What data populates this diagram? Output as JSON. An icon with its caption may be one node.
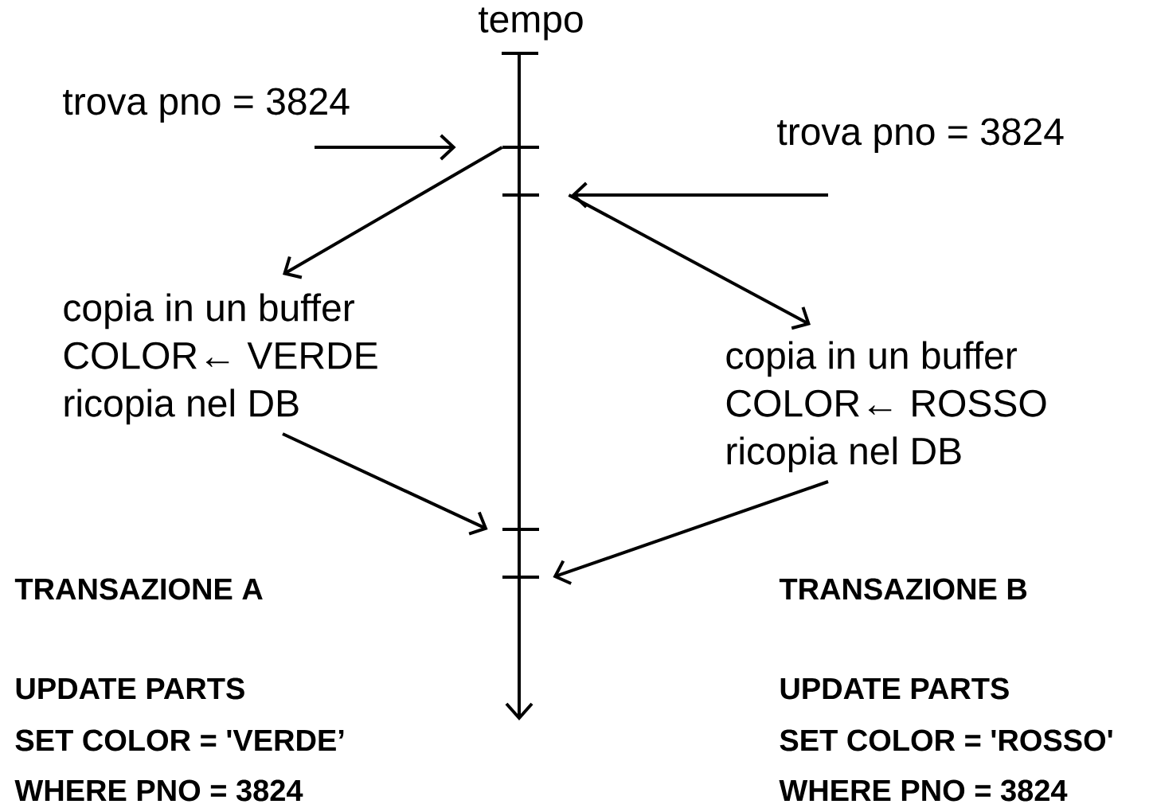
{
  "diagram": {
    "nodes": [
      {
        "text": [
          "trova pno = 3824"
        ]
      },
      {
        "text": [],
        "shape": "bar"
      },
      {
        "text": [],
        "shape": "bar"
      },
      {
        "text": [
          "copia in un buffer",
          "COLOR← VERDE",
          "ricopia nel DB"
        ]
      },
      {
        "text": [
          "trova pno = 3824"
        ]
      },
      {
        "text": [
          "copia in un buffer",
          "COLOR← ROSSO",
          "ricopia nel DB"
        ]
      },
      {
        "text": [],
        "shape": "bar"
      },
      {
        "text": [],
        "shape": "bar"
      }
    ],
    "edges": [
      {
        "from": 0,
        "to": 1,
        "arrow": "to"
      },
      {
        "from": 1,
        "to": 3,
        "arrow": "to"
      },
      {
        "from": 3,
        "to": 6,
        "arrow": "to"
      },
      {
        "from": 4,
        "to": 2,
        "arrow": "to"
      },
      {
        "from": 2,
        "to": 5,
        "arrow": "to"
      },
      {
        "from": 5,
        "to": 7,
        "arrow": "to"
      }
    ],
    "labels": [
      "tempo",
      "TRANSAZIONE A",
      "UPDATE PARTS",
      "SET COLOR = 'VERDE’",
      "WHERE PNO = 3824",
      "TRANSAZIONE B",
      "UPDATE PARTS",
      "SET COLOR = 'ROSSO'",
      "WHERE PNO = 3824"
    ]
  }
}
